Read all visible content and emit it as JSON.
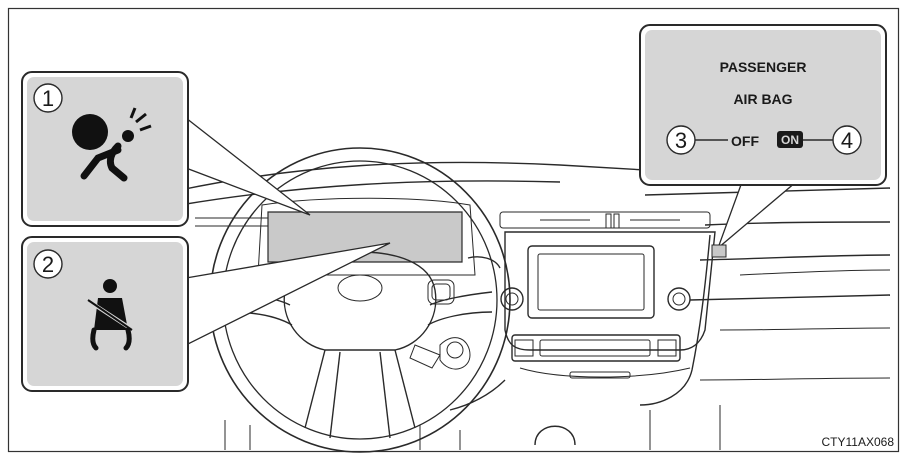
{
  "callouts": {
    "airbag_warning": {
      "number": "1",
      "icon": "airbag-warning-icon"
    },
    "seatbelt_reminder": {
      "number": "2",
      "icon": "seatbelt-reminder-icon"
    },
    "passenger_airbag": {
      "line1": "PASSENGER",
      "line2": "AIR BAG",
      "off_number": "3",
      "off_label": "OFF",
      "on_label": "ON",
      "on_number": "4"
    }
  },
  "figure_code": "CTY11AX068",
  "colors": {
    "panel_fill": "#d6d6d6",
    "highlight_fill": "#c9c9c9",
    "line": "#2a2a2a"
  }
}
